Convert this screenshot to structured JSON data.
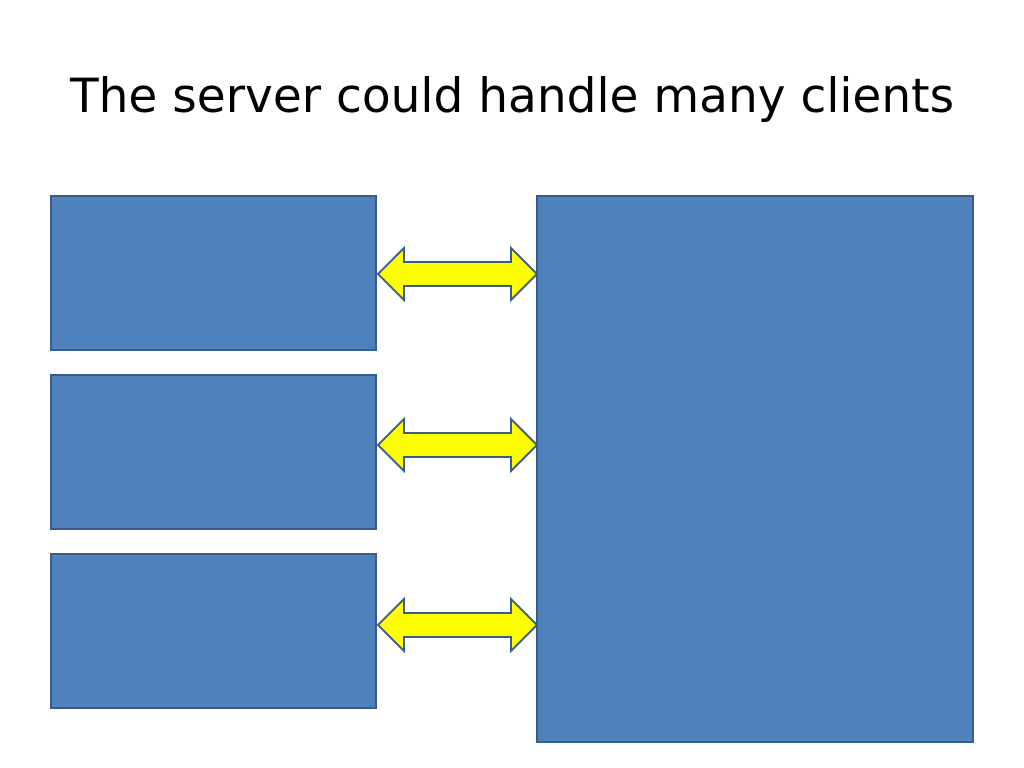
{
  "slide": {
    "title": "The server could handle many clients"
  },
  "colors": {
    "box_fill": "#4F81BD",
    "box_stroke": "#385D8A",
    "arrow_fill": "#FFFF00",
    "arrow_stroke": "#385D8A"
  },
  "diagram": {
    "client_count": 3,
    "server_count": 1,
    "arrow_type": "double-headed"
  }
}
